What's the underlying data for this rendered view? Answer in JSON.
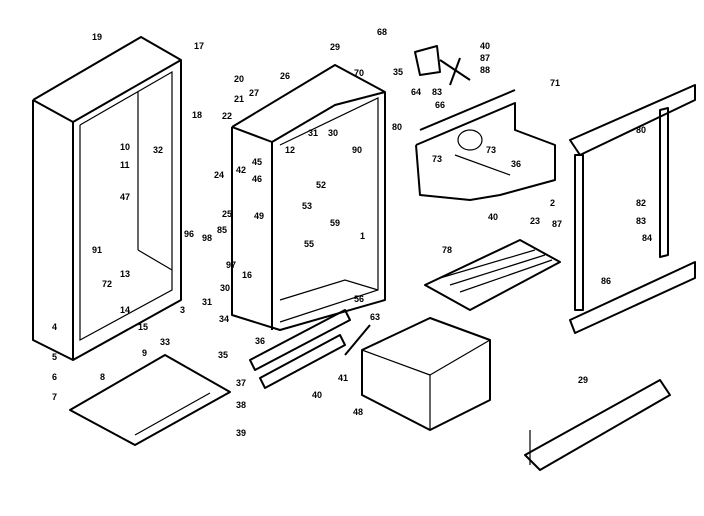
{
  "diagram": {
    "colors": {
      "ink": "#000000",
      "background": "#ffffff"
    },
    "callouts": [
      "19",
      "17",
      "20",
      "21",
      "18",
      "22",
      "27",
      "26",
      "29",
      "68",
      "70",
      "35",
      "40",
      "87",
      "88",
      "83",
      "64",
      "66",
      "71",
      "80",
      "73",
      "73",
      "36",
      "2",
      "40",
      "23",
      "87",
      "10",
      "11",
      "32",
      "47",
      "91",
      "12",
      "31",
      "30",
      "90",
      "45",
      "46",
      "42",
      "24",
      "25",
      "52",
      "53",
      "49",
      "59",
      "1",
      "55",
      "96",
      "98",
      "85",
      "97",
      "16",
      "30",
      "31",
      "72",
      "13",
      "14",
      "15",
      "3",
      "4",
      "5",
      "6",
      "7",
      "8",
      "9",
      "34",
      "33",
      "35",
      "36",
      "37",
      "38",
      "39",
      "40",
      "41",
      "48",
      "56",
      "63",
      "78",
      "84",
      "80",
      "82",
      "83",
      "86",
      "29"
    ]
  }
}
